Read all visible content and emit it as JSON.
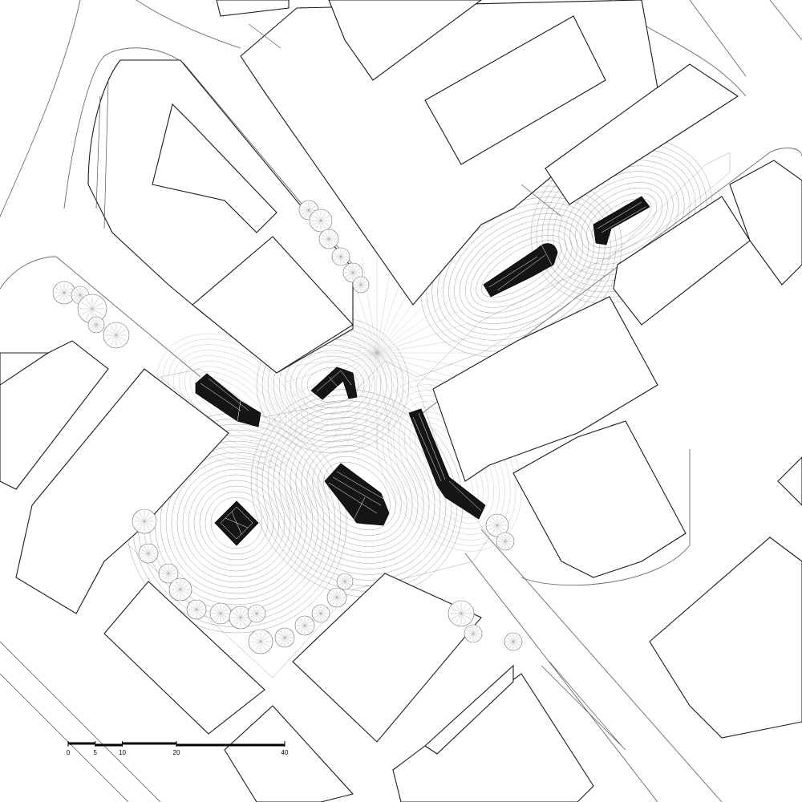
{
  "scale_bar": {
    "ticks": [
      {
        "value": 0,
        "label": "0"
      },
      {
        "value": 5,
        "label": "5"
      },
      {
        "value": 10,
        "label": "10"
      },
      {
        "value": 20,
        "label": "20"
      },
      {
        "value": 40,
        "label": "40"
      }
    ]
  },
  "colors": {
    "sculpture": "#151515",
    "building_outline": "#1a1a1a",
    "paving": "#9a9a9a",
    "background": "#ffffff"
  },
  "icons": [
    "tree-icon",
    "sculpture-icon"
  ]
}
